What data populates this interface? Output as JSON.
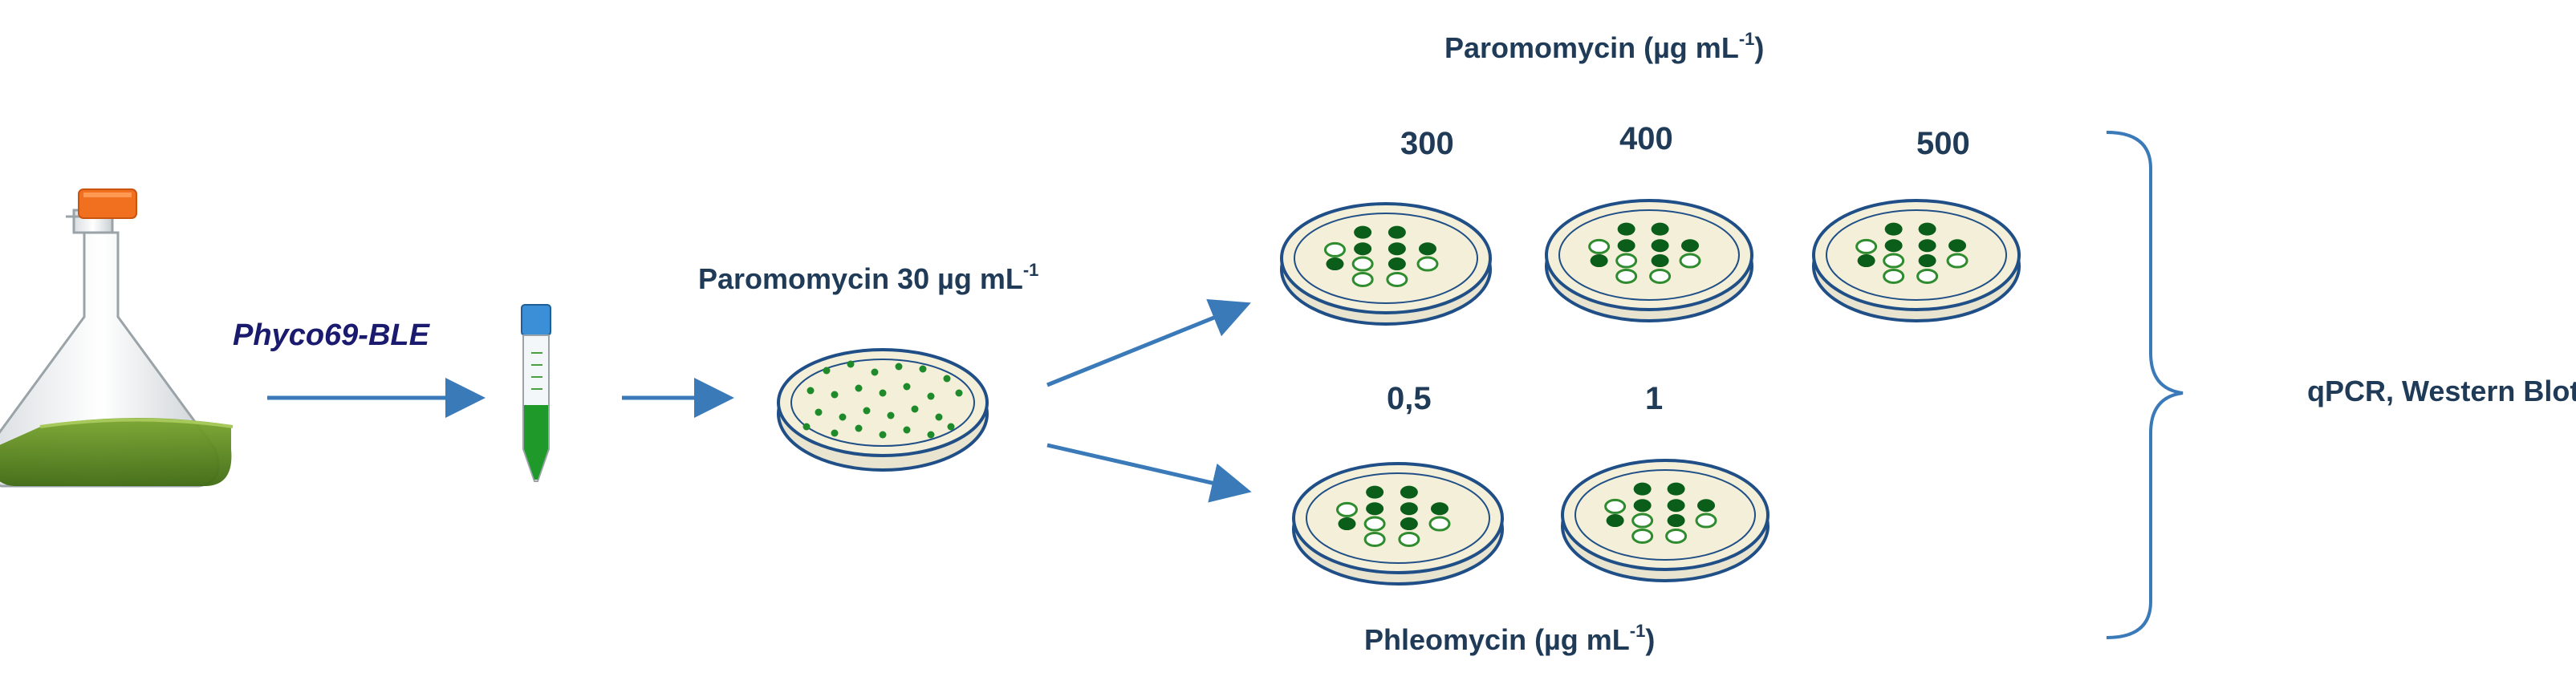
{
  "construct_label": "Phyco69-BLE",
  "selection_plate": {
    "label_prefix": "Paromomycin 30 µg mL",
    "label_sup": "-1"
  },
  "paromomycin": {
    "title_prefix": "Paromomycin  (µg mL",
    "title_sup": "-1",
    "title_suffix": ")",
    "concentrations": [
      "300",
      "400",
      "500"
    ]
  },
  "phleomycin": {
    "title_prefix": "Phleomycin  (µg mL",
    "title_sup": "-1",
    "title_suffix": ")",
    "concentrations": [
      "0,5",
      "1"
    ]
  },
  "analysis_label": "qPCR, Western Blot",
  "colors": {
    "arrow": "#3a7ab8",
    "plate_fill": "#f3efd9",
    "plate_rim": "#1f4f86",
    "colony_filled": "#0b5e1a",
    "colony_open": "#2e8b2e",
    "culture": "#5a8a1e",
    "flask_cap": "#f07020",
    "tube_cap": "#3a8fd6",
    "tube_culture": "#1f9a2a"
  }
}
